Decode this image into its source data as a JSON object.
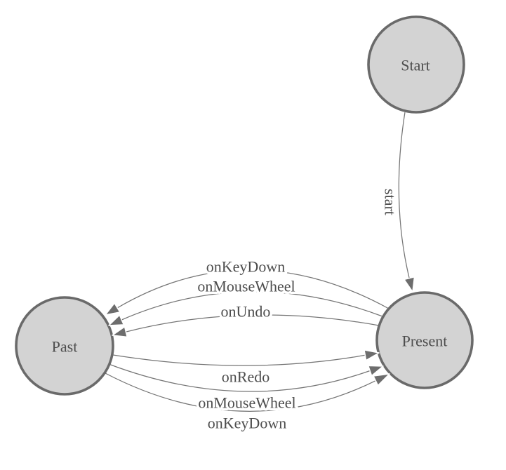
{
  "diagram": {
    "type": "state-diagram",
    "colors": {
      "background": "#ffffff",
      "node_fill": "#d3d3d3",
      "node_border": "#6a6a6a",
      "edge_line": "#757575",
      "arrow_fill": "#6d6d6d",
      "text_color": "#4d4d4d"
    },
    "nodes": {
      "start": {
        "label": "Start"
      },
      "past": {
        "label": "Past"
      },
      "present": {
        "label": "Present"
      }
    },
    "edges": {
      "start_to_present": {
        "from": "Start",
        "to": "Present",
        "label": "start"
      },
      "present_to_past": [
        {
          "from": "Present",
          "to": "Past",
          "label": "onKeyDown"
        },
        {
          "from": "Present",
          "to": "Past",
          "label": "onMouseWheel"
        },
        {
          "from": "Present",
          "to": "Past",
          "label": "onUndo"
        }
      ],
      "past_to_present": [
        {
          "from": "Past",
          "to": "Present",
          "label": "onRedo"
        },
        {
          "from": "Past",
          "to": "Present",
          "label": "onMouseWheel"
        },
        {
          "from": "Past",
          "to": "Present",
          "label": "onKeyDown"
        }
      ]
    }
  }
}
